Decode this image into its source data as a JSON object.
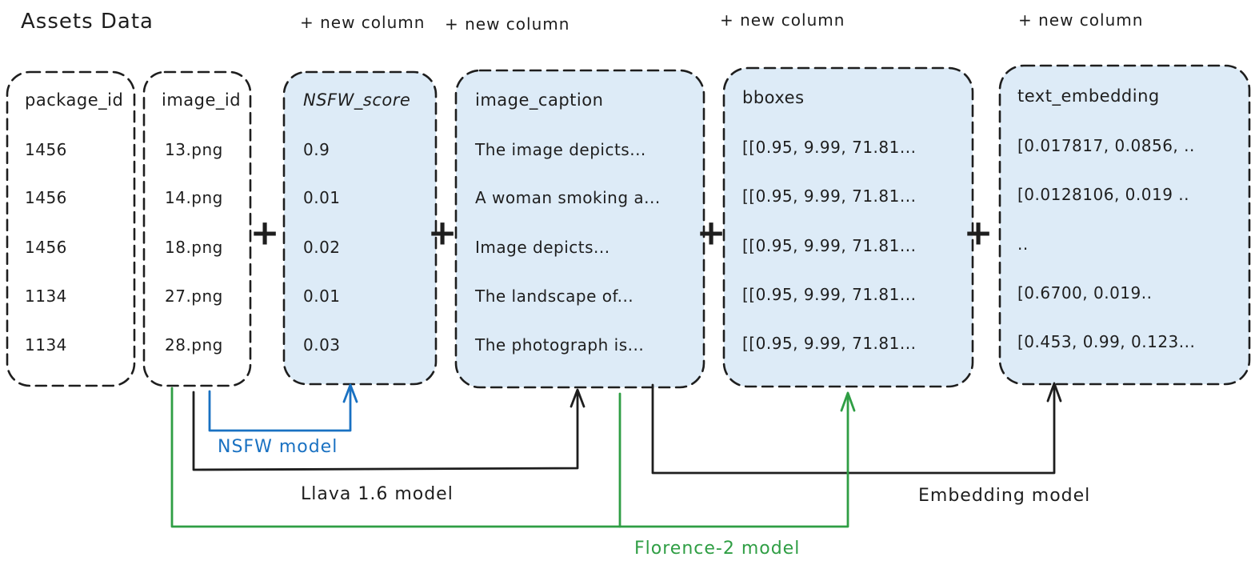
{
  "title": "Assets Data",
  "new_column_label": "+ new column",
  "plus_sign": "+",
  "colors": {
    "background": "#ffffff",
    "stroke": "#1e1e1e",
    "box_fill": "#ddebf7",
    "blue": "#1971c2",
    "green": "#2f9e44"
  },
  "columns": [
    {
      "header": "package_id",
      "highlighted": false,
      "rows": [
        "1456",
        "1456",
        "1456",
        "1134",
        "1134"
      ]
    },
    {
      "header": "image_id",
      "highlighted": false,
      "rows": [
        "13.png",
        "14.png",
        "18.png",
        "27.png",
        "28.png"
      ]
    },
    {
      "header": "NSFW_score",
      "highlighted": true,
      "rows": [
        "0.9",
        "0.01",
        "0.02",
        "0.01",
        "0.03"
      ]
    },
    {
      "header": "image_caption",
      "highlighted": true,
      "rows": [
        "The image depicts...",
        "A woman smoking a...",
        "Image depicts...",
        "The landscape of...",
        "The photograph is..."
      ]
    },
    {
      "header": "bboxes",
      "highlighted": true,
      "rows": [
        "[[0.95, 9.99, 71.81...",
        "[[0.95, 9.99, 71.81...",
        "[[0.95, 9.99, 71.81...",
        "[[0.95, 9.99, 71.81...",
        "[[0.95, 9.99, 71.81..."
      ]
    },
    {
      "header": "text_embedding",
      "highlighted": true,
      "rows": [
        "[0.017817, 0.0856, ..",
        "[0.0128106, 0.019 ..",
        "..",
        "[0.6700, 0.019..",
        "[0.453, 0.99, 0.123..."
      ]
    }
  ],
  "models": [
    {
      "label": "NSFW model",
      "color": "#1971c2",
      "source": "image_id",
      "target": "NSFW_score"
    },
    {
      "label": "Llava 1.6 model",
      "color": "#1e1e1e",
      "source": "image_id",
      "target": "image_caption"
    },
    {
      "label": "Embedding model",
      "color": "#1e1e1e",
      "source": "image_caption",
      "target": "text_embedding"
    },
    {
      "label": "Florence-2 model",
      "color": "#2f9e44",
      "source": "image_id, image_caption",
      "target": "bboxes"
    }
  ]
}
